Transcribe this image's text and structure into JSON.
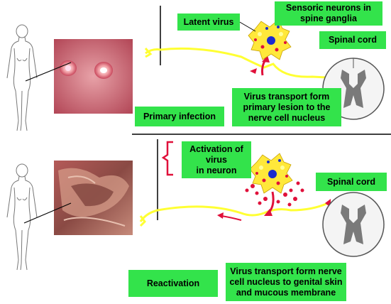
{
  "top_panel": {
    "latent_virus": "Latent virus",
    "sensoric_neurons": "Sensoric neurons in\nspine ganglia",
    "spinal_cord": "Spinal cord",
    "primary_infection": "Primary infection",
    "transport_label": "Virus transport form\nprimary lesion to the\nnerve cell nucleus"
  },
  "bottom_panel": {
    "activation": "Activation of\nvirus\nin neuron",
    "spinal_cord": "Spinal cord",
    "reactivation": "Reactivation",
    "transport_label": "Virus transport form nerve\ncell nucleus to genital skin\nand mucous membrane"
  },
  "colors": {
    "label_bg": "#33e34b",
    "nerve": "#ffff33",
    "arrow": "#e0103a",
    "virus_dot": "#e0103a",
    "neuron_nucleus": "#1a2bd0",
    "grey_matter": "#7a7a7a",
    "cord_outline": "#555555"
  },
  "icons": [
    "female-figure-icon",
    "herpes-vesicle-photo",
    "ulcer-lesion-photo",
    "neuron-cluster-icon",
    "spinal-cord-cross-section-icon"
  ]
}
